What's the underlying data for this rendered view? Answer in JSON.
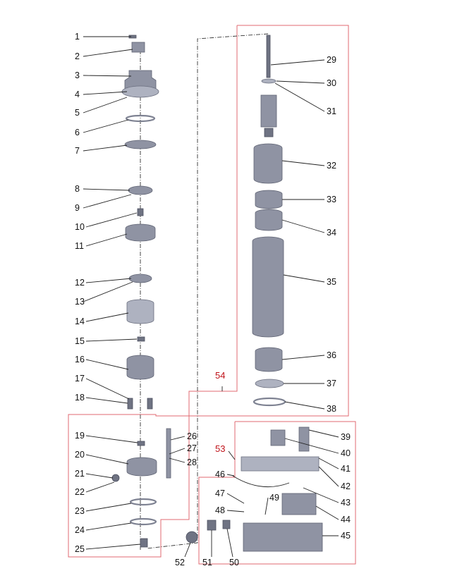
{
  "diagram": {
    "part_numbers": [
      "1",
      "2",
      "3",
      "4",
      "5",
      "6",
      "7",
      "8",
      "9",
      "10",
      "11",
      "12",
      "13",
      "14",
      "15",
      "16",
      "17",
      "18",
      "19",
      "20",
      "21",
      "22",
      "23",
      "24",
      "25",
      "26",
      "27",
      "28",
      "29",
      "30",
      "31",
      "32",
      "33",
      "34",
      "35",
      "36",
      "37",
      "38",
      "39",
      "40",
      "41",
      "42",
      "43",
      "44",
      "45",
      "46",
      "47",
      "48",
      "49",
      "50",
      "51",
      "52"
    ],
    "group_labels": {
      "motor_group": "54",
      "control_group": "53"
    },
    "colors": {
      "group_outline": "#e06a70",
      "group_label": "#c0141b",
      "part_fill": "#8f93a3"
    }
  }
}
